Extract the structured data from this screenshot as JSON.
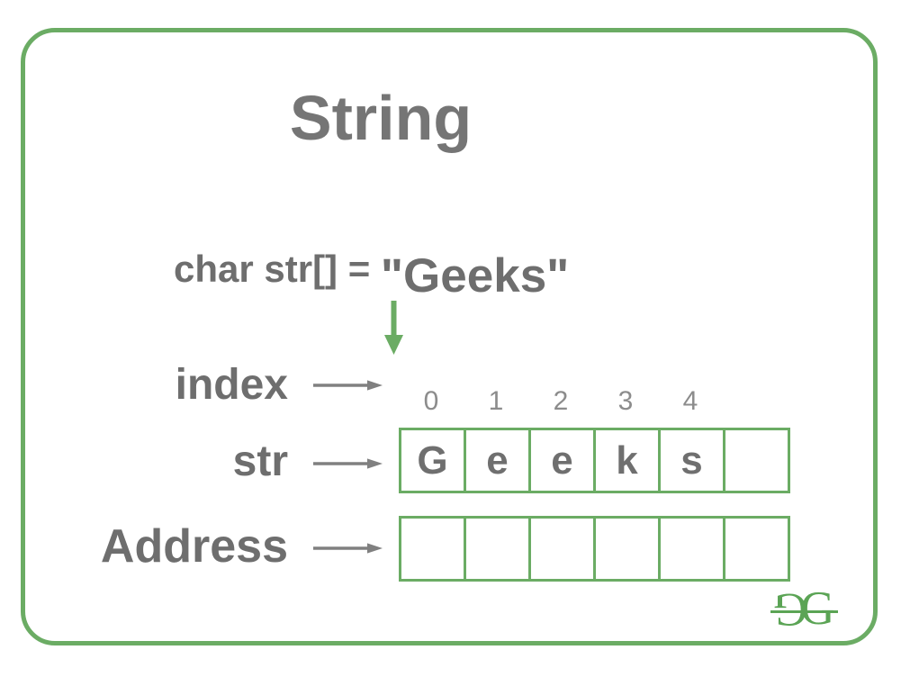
{
  "title": "String",
  "declaration": {
    "prefix": "char str[] = ",
    "value": "\"Geeks\""
  },
  "rows": {
    "index": {
      "label": "index",
      "values": [
        "0",
        "1",
        "2",
        "3",
        "4",
        ""
      ]
    },
    "str": {
      "label": "str",
      "cells": [
        "G",
        "e",
        "e",
        "k",
        "s",
        ""
      ]
    },
    "address": {
      "label": "Address",
      "cells": [
        "",
        "",
        "",
        "",
        "",
        ""
      ]
    }
  },
  "logo": {
    "name": "GeeksforGeeks",
    "left_glyph": "G",
    "right_glyph": "G"
  },
  "colors": {
    "green": "#6BAC64",
    "logo_green": "#5BA455",
    "title_gray": "#757575",
    "text_gray": "#6E6E6E",
    "cell_letter_gray": "#6F6F6F",
    "index_number_gray": "#8C8C8C",
    "arrow_gray": "#808080"
  }
}
